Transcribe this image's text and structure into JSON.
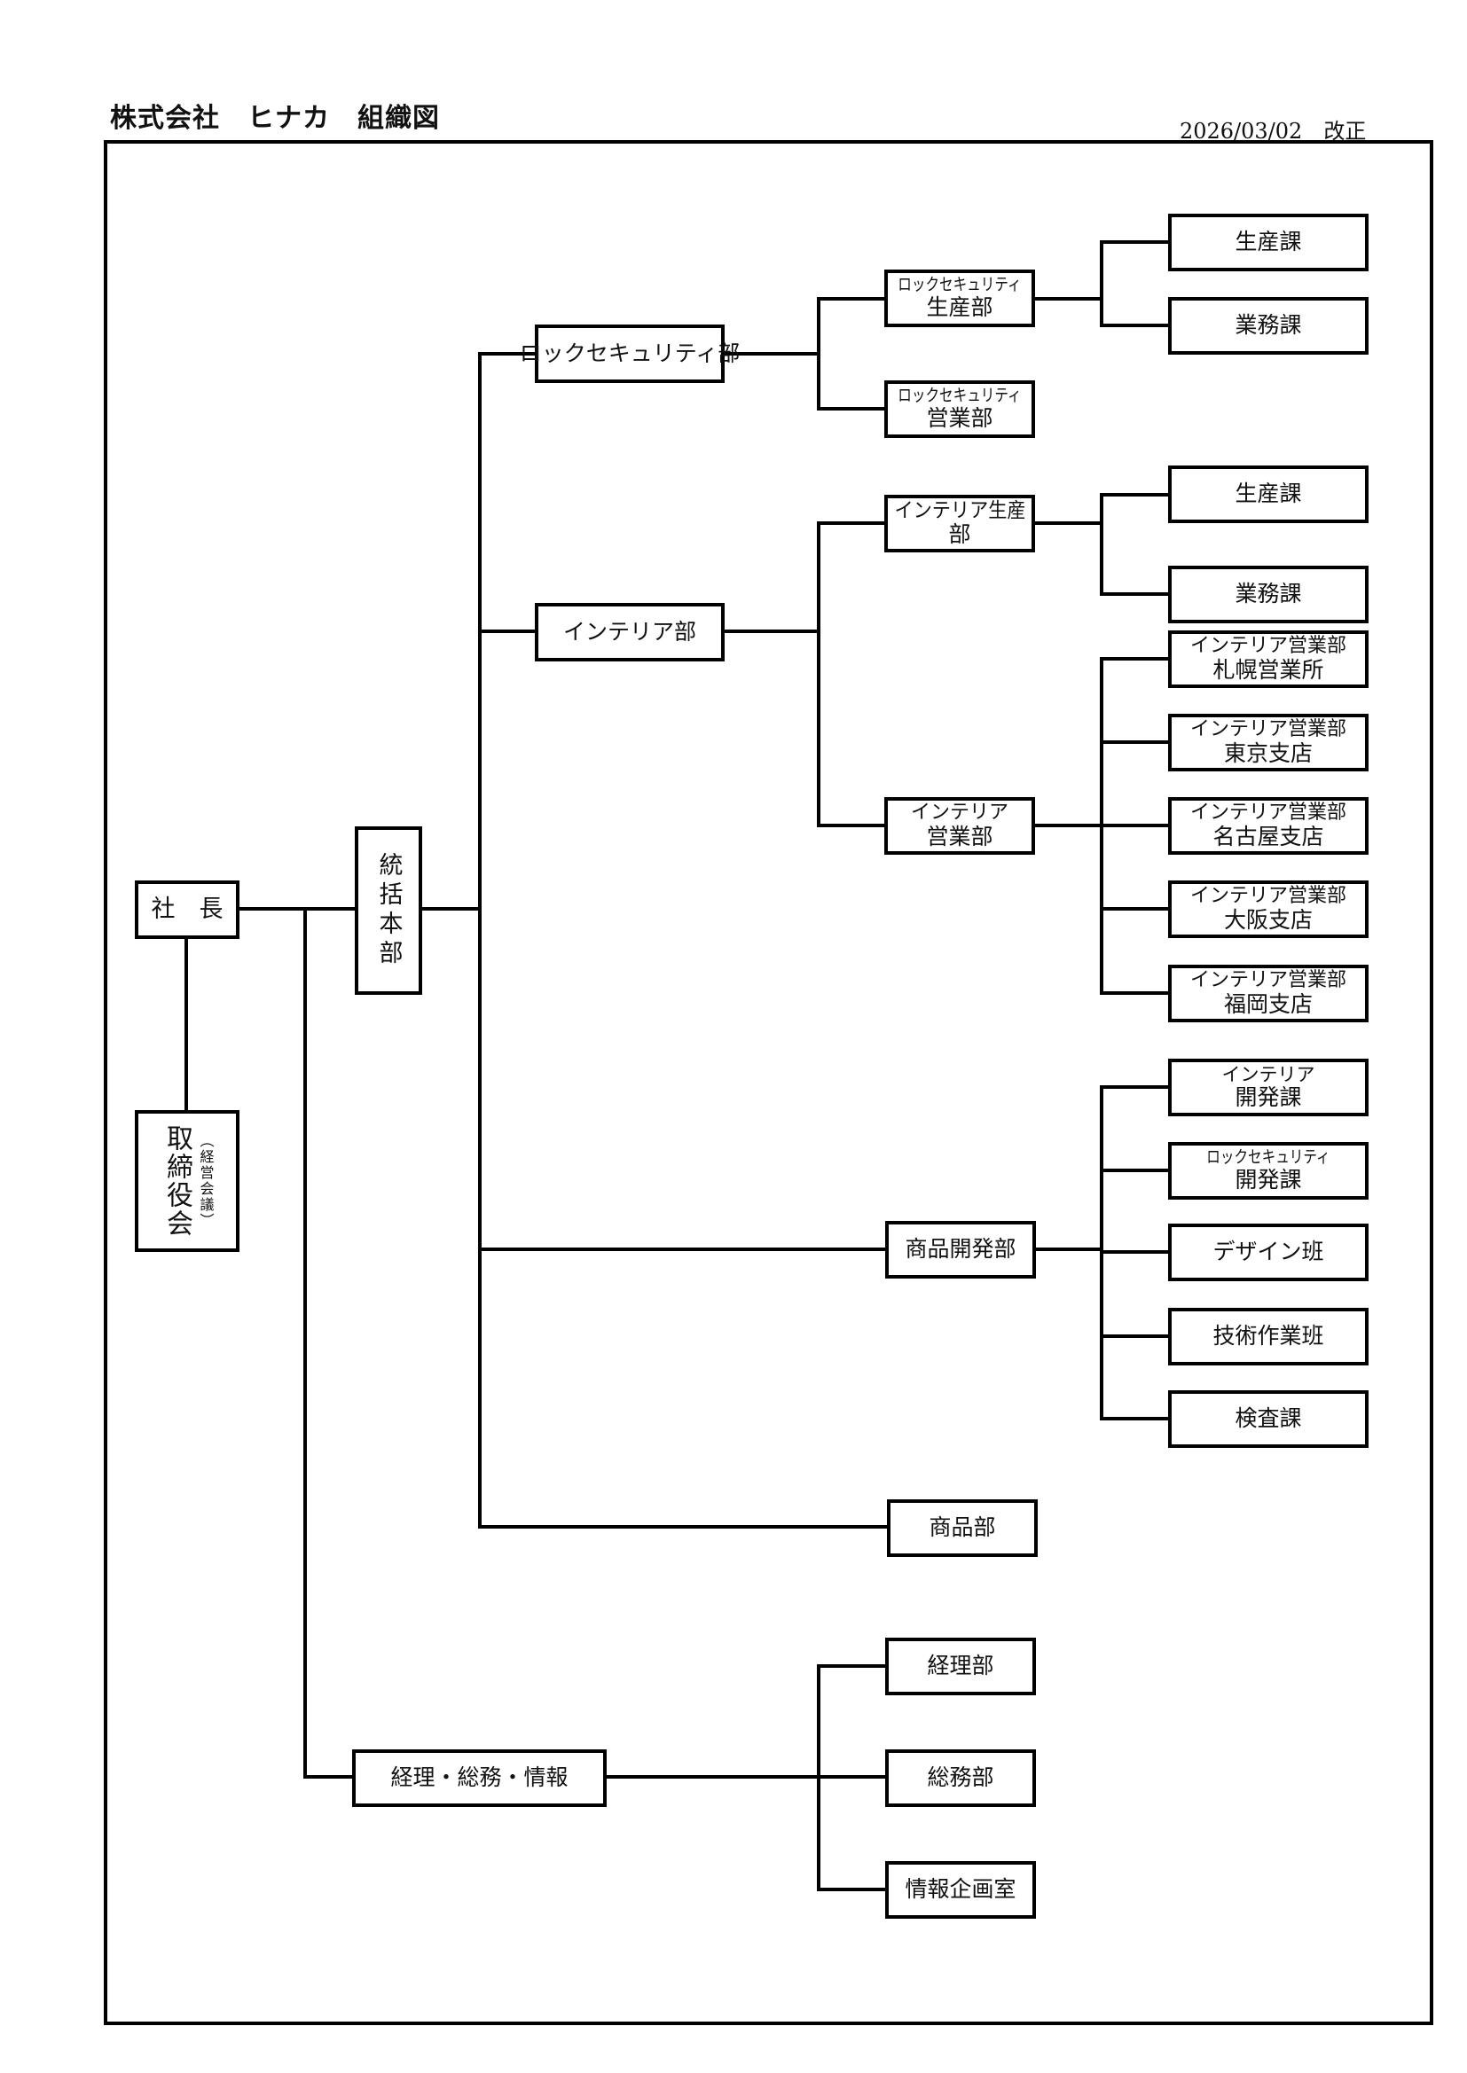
{
  "header": {
    "title": "株式会社　ヒナカ　組織図",
    "revision": "2026/03/02　改正"
  },
  "org": {
    "president": "社　長",
    "board": {
      "main": "取締役会",
      "sub": "（経営会議）"
    },
    "hq": "統括本部",
    "lock_dept": "ロックセキュリティ部",
    "lock_production": {
      "line1": "ロックセキュリティ",
      "line2": "生産部"
    },
    "lock_sales": {
      "line1": "ロックセキュリティ",
      "line2": "営業部"
    },
    "lock_prod_sections": [
      "生産課",
      "業務課"
    ],
    "interior_dept": "インテリア部",
    "interior_production": {
      "line1": "インテリア生産",
      "line2": "部"
    },
    "interior_prod_sections": [
      "生産課",
      "業務課"
    ],
    "interior_sales": {
      "line1": "インテリア",
      "line2": "営業部"
    },
    "interior_branches": [
      {
        "line1": "インテリア営業部",
        "line2": "札幌営業所"
      },
      {
        "line1": "インテリア営業部",
        "line2": "東京支店"
      },
      {
        "line1": "インテリア営業部",
        "line2": "名古屋支店"
      },
      {
        "line1": "インテリア営業部",
        "line2": "大阪支店"
      },
      {
        "line1": "インテリア営業部",
        "line2": "福岡支店"
      }
    ],
    "product_dev": "商品開発部",
    "product_dev_sections": [
      {
        "line1": "インテリア",
        "line2": "開発課"
      },
      {
        "line1": "ロックセキュリティ",
        "line2": "開発課"
      },
      {
        "line1": "",
        "line2": "デザイン班"
      },
      {
        "line1": "",
        "line2": "技術作業班"
      },
      {
        "line1": "",
        "line2": "検査課"
      }
    ],
    "products": "商品部",
    "admin": "経理・総務・情報",
    "admin_depts": [
      "経理部",
      "総務部",
      "情報企画室"
    ]
  }
}
